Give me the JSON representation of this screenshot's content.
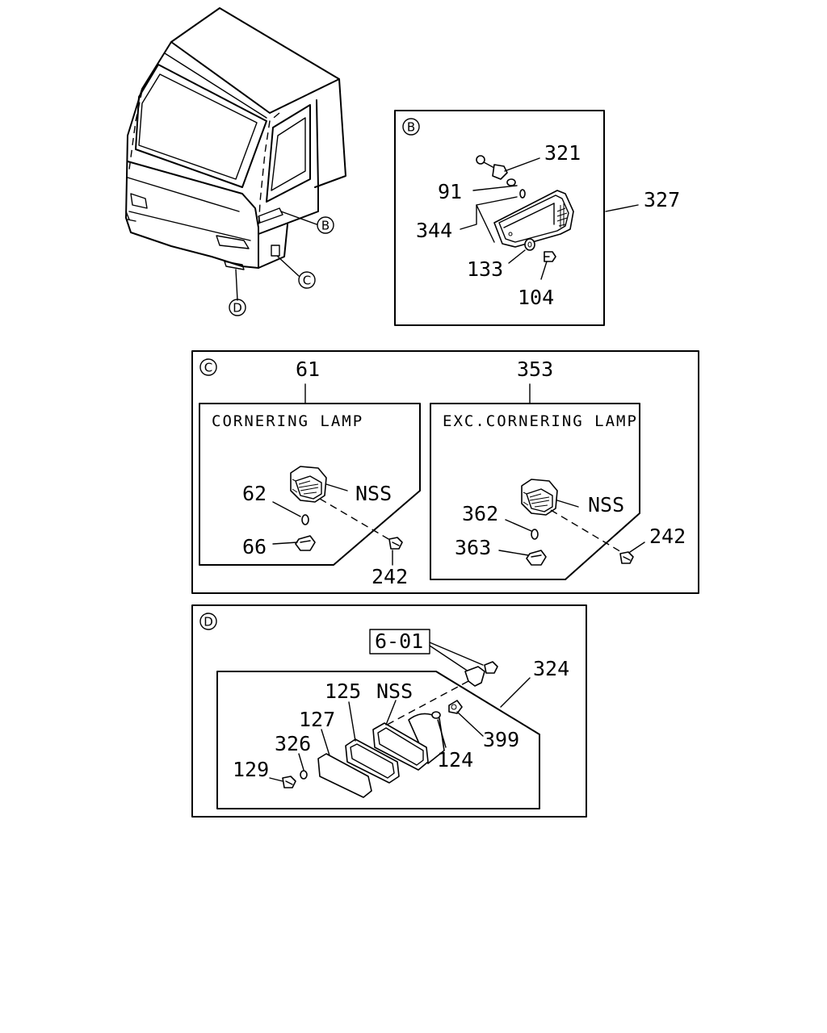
{
  "callouts": {
    "B": "B",
    "C": "C",
    "D": "D"
  },
  "detail_b": {
    "labels": [
      "321",
      "91",
      "344",
      "327",
      "133",
      "104"
    ]
  },
  "detail_c": {
    "left": {
      "part_no": "61",
      "caption": "CORNERING LAMP",
      "nss": "NSS",
      "labels": [
        "62",
        "66",
        "242"
      ]
    },
    "right": {
      "part_no": "353",
      "caption": "EXC.CORNERING LAMP",
      "nss": "NSS",
      "labels": [
        "362",
        "363",
        "242"
      ]
    }
  },
  "detail_d": {
    "ref_box": "6-01",
    "nss": "NSS",
    "labels": [
      "324",
      "125",
      "127",
      "326",
      "129",
      "124",
      "399"
    ]
  }
}
